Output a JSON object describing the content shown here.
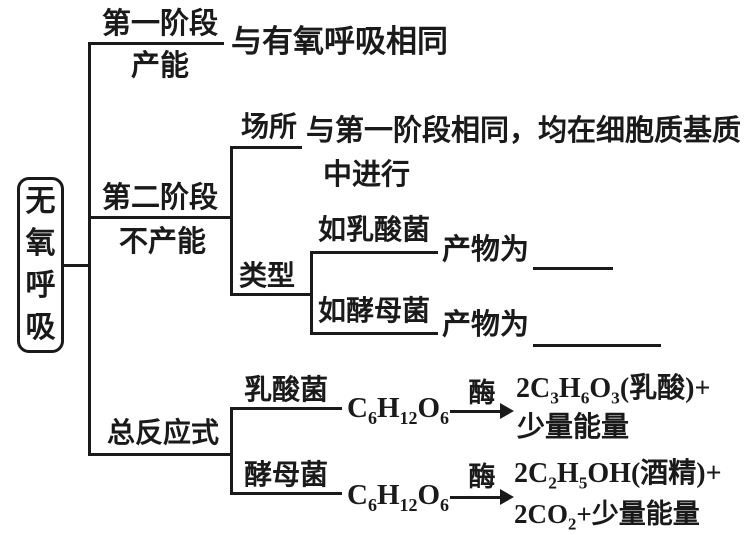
{
  "colors": {
    "ink": "#1a1a1a",
    "background": "#ffffff"
  },
  "root": {
    "label": "无氧呼吸",
    "chars": [
      "无",
      "氧",
      "呼",
      "吸"
    ]
  },
  "stage1": {
    "label": "第一阶段",
    "sublabel": "产能",
    "content": "与有氧呼吸相同"
  },
  "stage2": {
    "label": "第二阶段",
    "sublabel": "不产能",
    "location": {
      "label": "场所",
      "line1": "与第一阶段相同，均在细胞质基质",
      "line2": "中进行"
    },
    "type": {
      "label": "类型",
      "lactic": {
        "label": "如乳酸菌",
        "product_label": "产物为"
      },
      "yeast": {
        "label": "如酵母菌",
        "product_label": "产物为"
      }
    }
  },
  "overall": {
    "label": "总反应式",
    "lactic": {
      "organism": "乳酸菌",
      "reactant": "C_6H_12O_6",
      "catalyst": "酶",
      "product_line1": "2C_3H_6O_3(乳酸)+",
      "product_line2": "少量能量"
    },
    "yeast": {
      "organism": "酵母菌",
      "reactant": "C_6H_12O_6",
      "catalyst": "酶",
      "product_line1": "2C_2H_5OH(酒精)+",
      "product_line2": "2CO_2+少量能量"
    }
  }
}
